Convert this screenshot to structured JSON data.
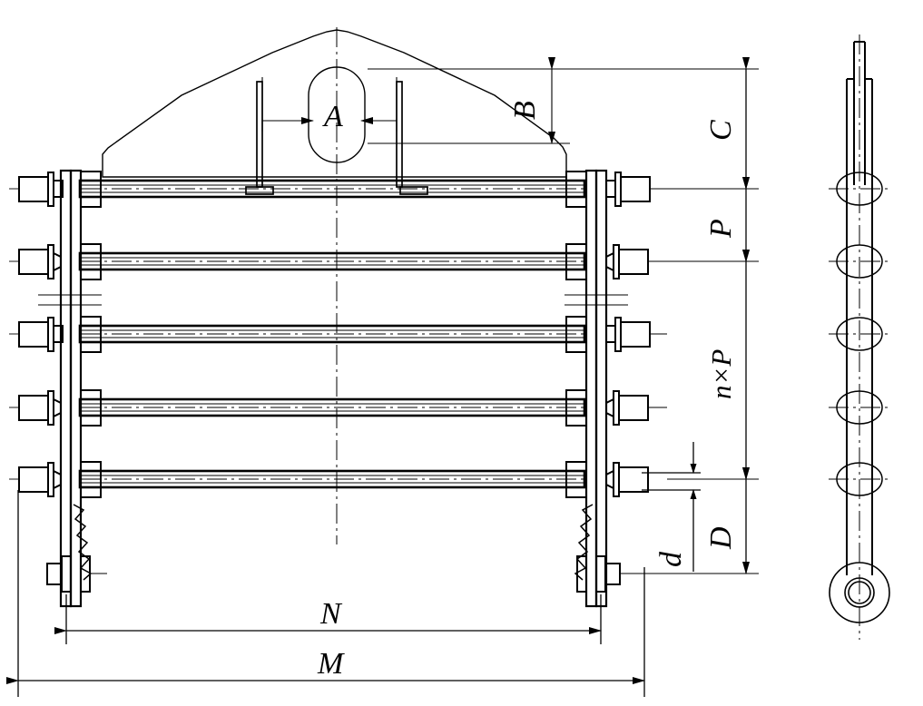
{
  "drawing": {
    "title": "Multi-bar screen / rake assembly — dimensioned engineering drawing",
    "views": [
      {
        "name": "front-elevation",
        "description": "Front view showing five horizontal bars with bolted end connections and triangular lifting lug"
      },
      {
        "name": "side-elevation",
        "description": "Side view showing vertical post with five bar cross-sections and bottom pivot eye"
      }
    ],
    "bar_count": 5,
    "line_color": "#000000",
    "background_color": "#ffffff"
  },
  "dimensions": {
    "A": {
      "label": "A",
      "meaning": "lifting-lug opening width",
      "orientation": "horizontal"
    },
    "B": {
      "label": "B",
      "meaning": "lifting-lug height above top bar",
      "orientation": "vertical"
    },
    "C": {
      "label": "C",
      "meaning": "top of lug to first bar centre",
      "orientation": "vertical"
    },
    "P": {
      "label": "P",
      "meaning": "bar pitch",
      "orientation": "vertical"
    },
    "nP": {
      "label": "n×P",
      "meaning": "total pitch over n spaces",
      "orientation": "vertical"
    },
    "D": {
      "label": "D",
      "meaning": "lower bar centre to bottom of frame",
      "orientation": "vertical"
    },
    "d": {
      "label": "d",
      "meaning": "bar thickness / small vertical offset",
      "orientation": "vertical"
    },
    "N": {
      "label": "N",
      "meaning": "inner frame width",
      "orientation": "horizontal"
    },
    "M": {
      "label": "M",
      "meaning": "overall width",
      "orientation": "horizontal"
    }
  },
  "chart_data": {
    "type": "table",
    "title": "Dimension callouts present in drawing",
    "categories": [
      "A",
      "B",
      "C",
      "P",
      "n×P",
      "D",
      "d",
      "N",
      "M"
    ],
    "values": [
      "A",
      "B",
      "C",
      "P",
      "n×P",
      "D",
      "d",
      "N",
      "M"
    ],
    "xlabel": "",
    "ylabel": ""
  }
}
